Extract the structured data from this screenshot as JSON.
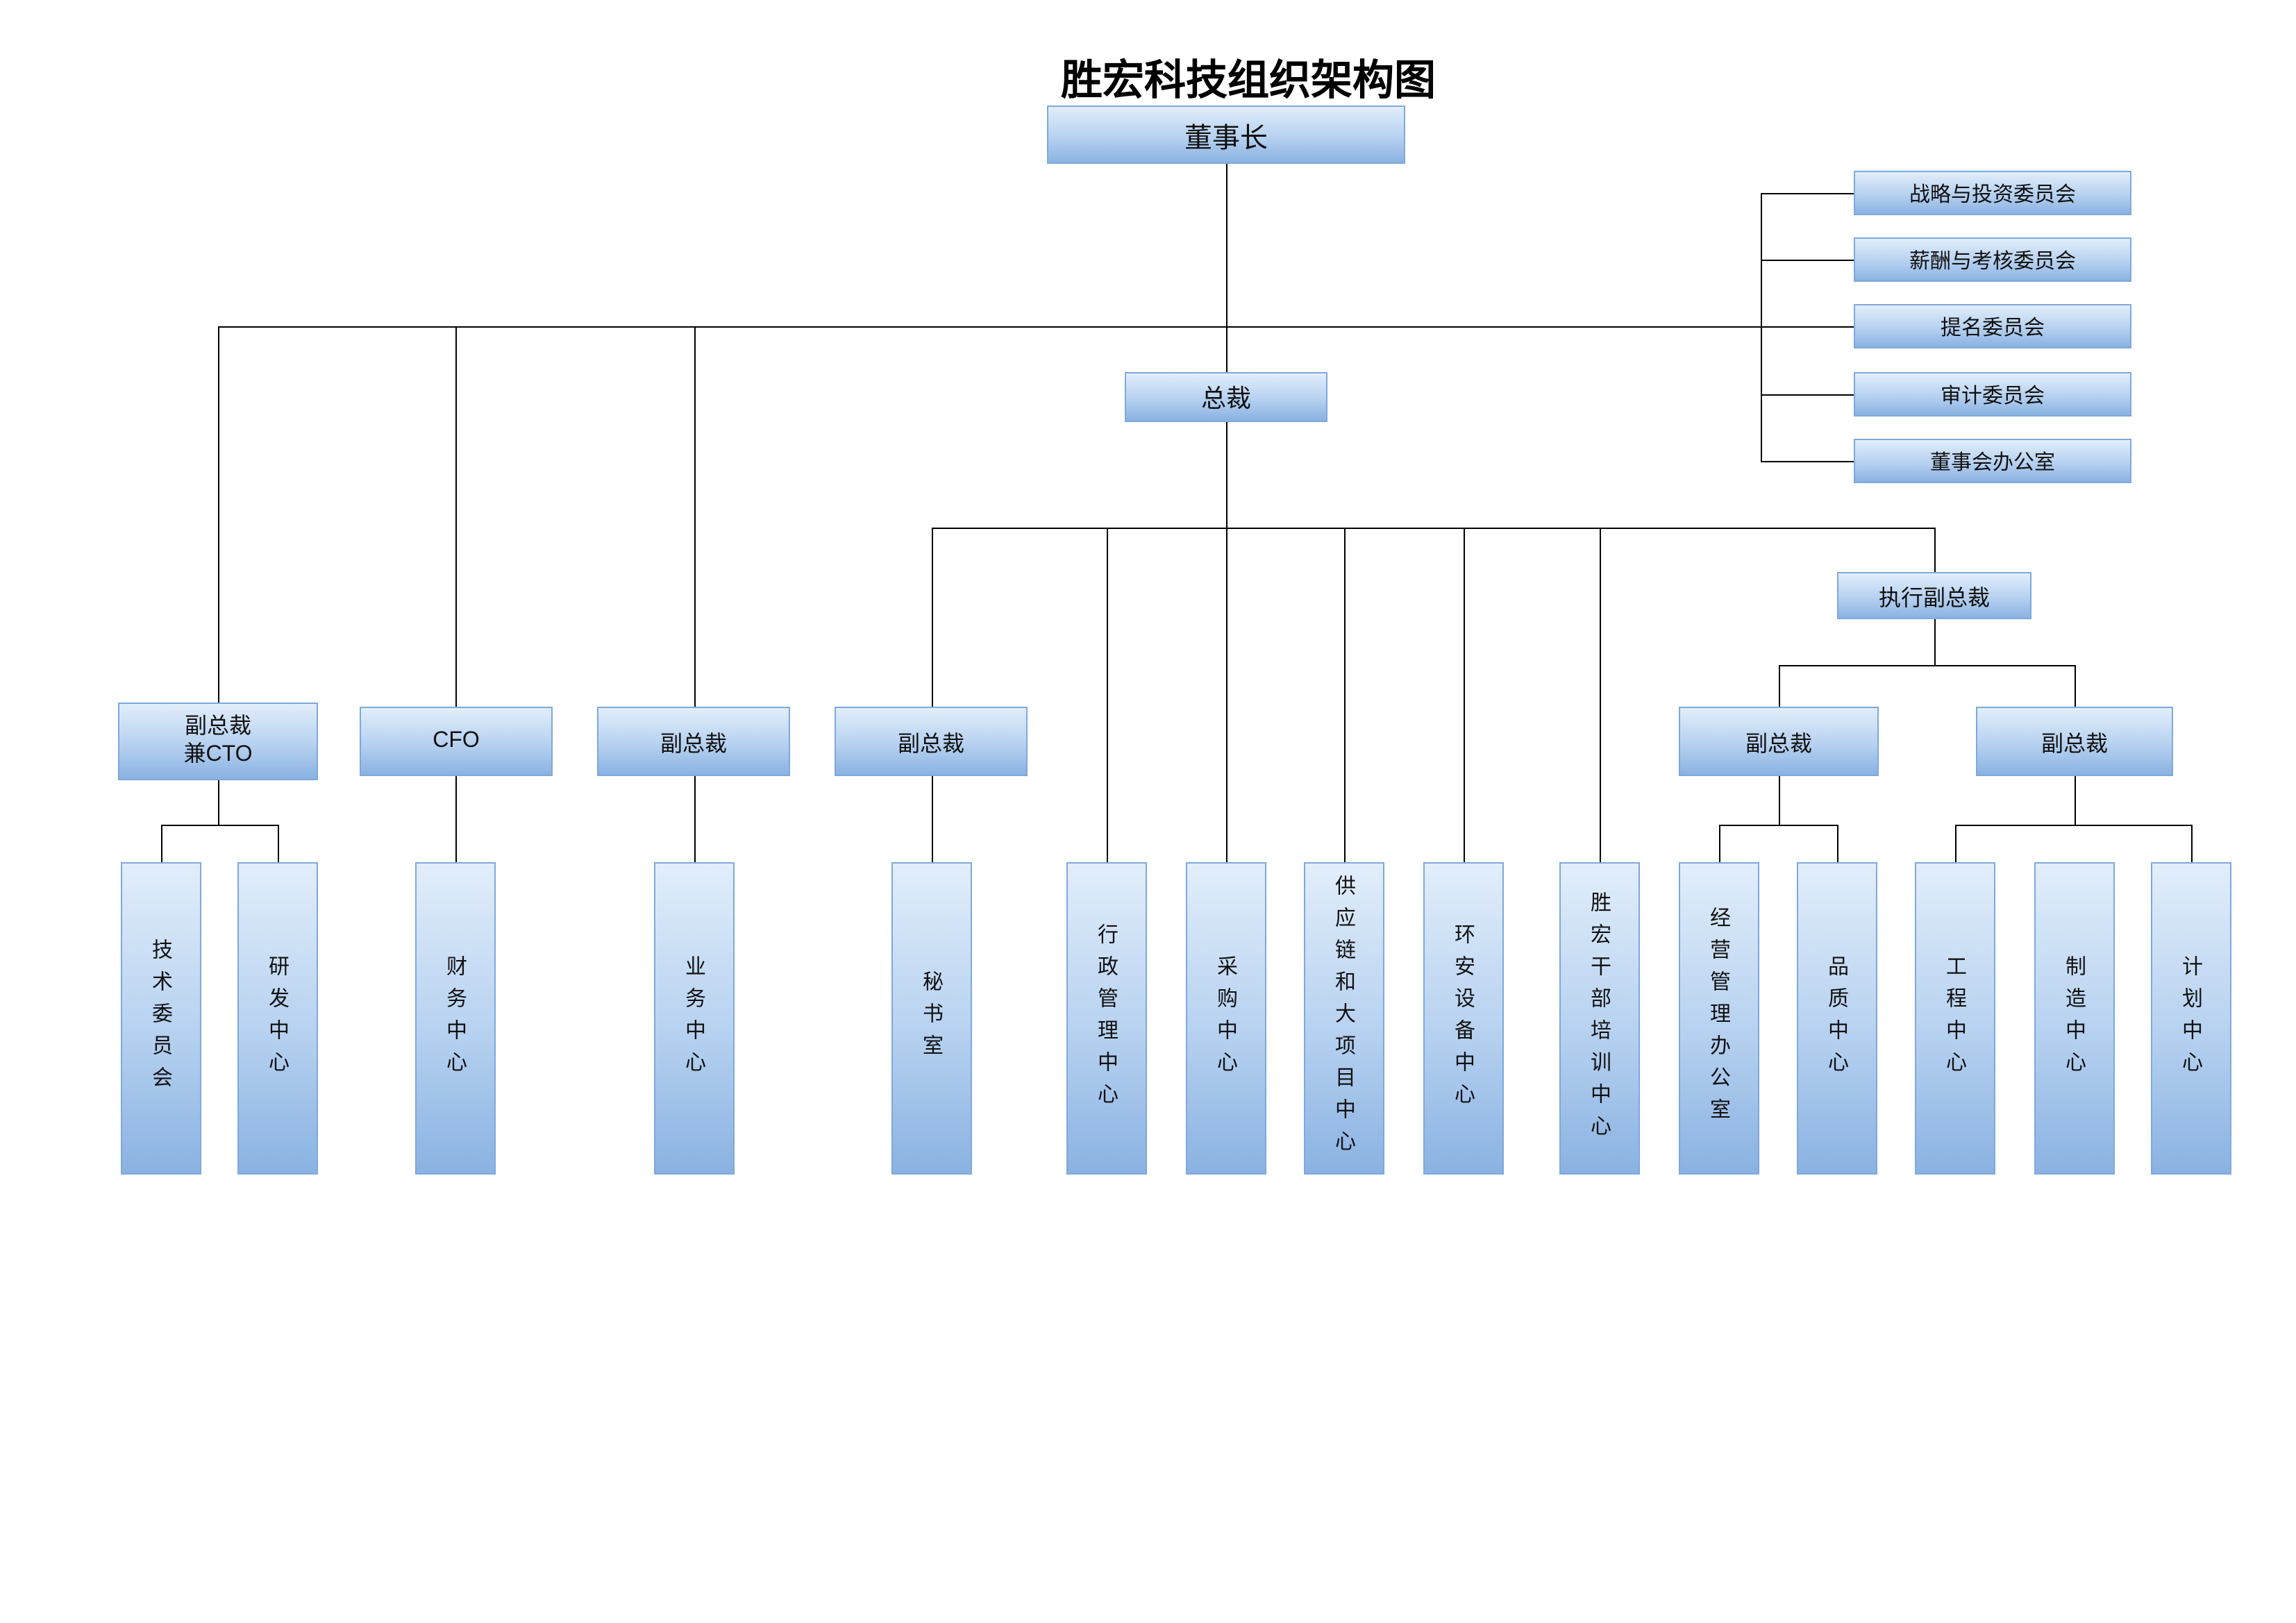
{
  "title": "胜宏科技组织架构图",
  "colors": {
    "box_gradient_top": "#e2eefb",
    "box_gradient_mid": "#b6d1f0",
    "box_gradient_bottom": "#8ab2e2",
    "box_border": "#7ea9db",
    "connector": "#000000",
    "text": "#111111",
    "background": "#ffffff"
  },
  "nodes": {
    "chairman": "董事长",
    "president": "总裁",
    "executive_vp": "执行副总裁",
    "vp_cto": {
      "line1": "副总裁",
      "line2": "兼CTO"
    },
    "cfo": "CFO",
    "vp_business": "副总裁",
    "vp_secretariat": "副总裁",
    "vp_operations": "副总裁",
    "vp_manufacturing": "副总裁"
  },
  "committees": [
    "战略与投资委员会",
    "薪酬与考核委员会",
    "提名委员会",
    "审计委员会",
    "董事会办公室"
  ],
  "departments": [
    "技术委员会",
    "研发中心",
    "财务中心",
    "业务中心",
    "秘书室",
    "行政管理中心",
    "采购中心",
    "供应链和大项目中心",
    "环安设备中心",
    "胜宏干部培训中心",
    "经营管理办公室",
    "品质中心",
    "工程中心",
    "制造中心",
    "计划中心"
  ]
}
